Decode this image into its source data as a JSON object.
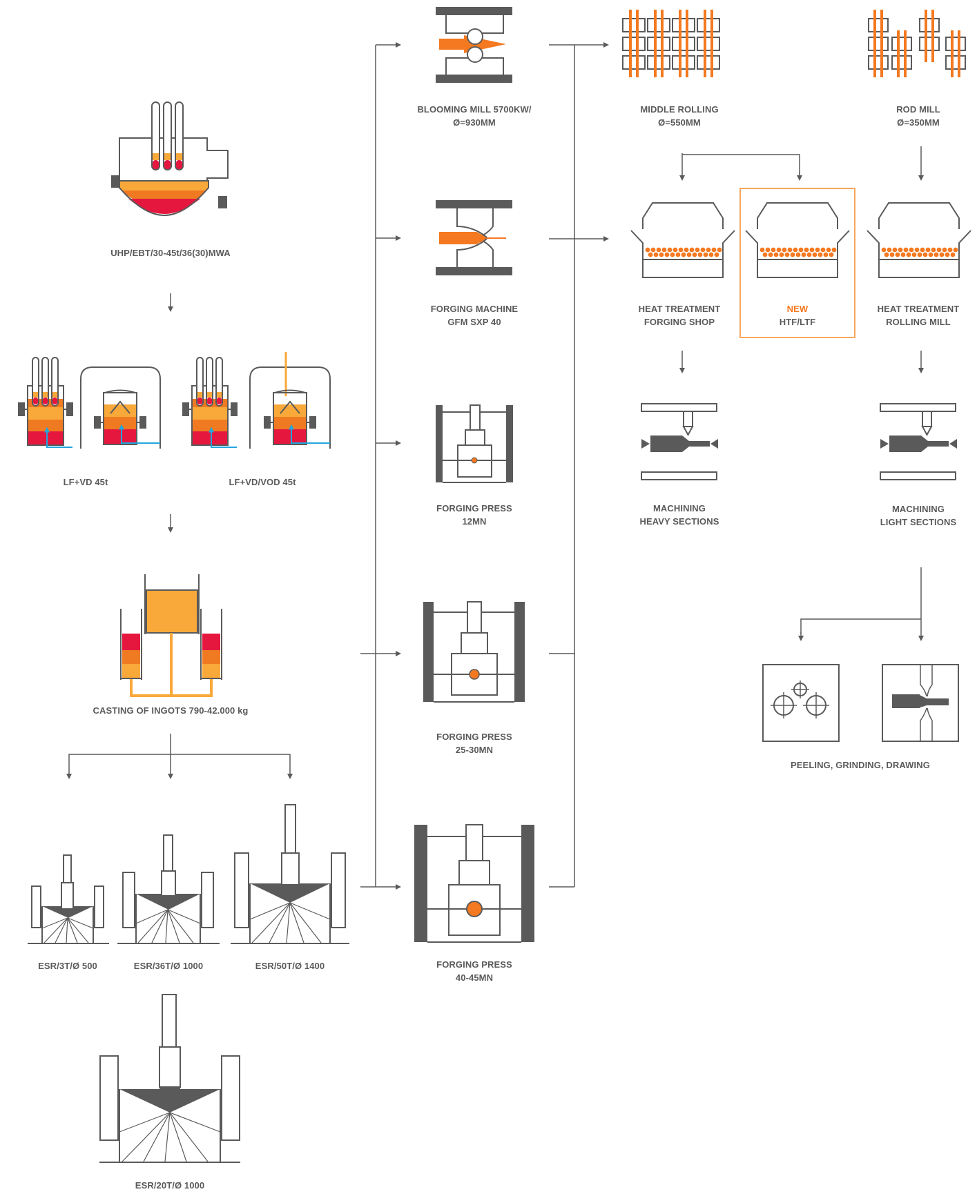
{
  "colors": {
    "line": "#5a5a5a",
    "orange": "#f47920",
    "amber": "#f9a83a",
    "deep_orange": "#ef7a22",
    "red": "#e5173f",
    "blue": "#21a6dd",
    "highlight_border": "#f6a65c"
  },
  "labels": {
    "eaf": "UHP/EBT/30-45t/36(30)MWA",
    "lf_vd": "LF+VD 45t",
    "lf_vd_vod": "LF+VD/VOD 45t",
    "casting": "CASTING OF INGOTS 790-42.000 kg",
    "esr_3t": "ESR/3T/Ø 500",
    "esr_36t": "ESR/36T/Ø 1000",
    "esr_50t": "ESR/50T/Ø 1400",
    "esr_20t": "ESR/20T/Ø 1000",
    "blooming_l1": "BLOOMING MILL 5700KW/",
    "blooming_l2": "Ø=930MM",
    "gfm_l1": "FORGING MACHINE",
    "gfm_l2": "GFM SXP 40",
    "press12_l1": "FORGING PRESS",
    "press12_l2": "12MN",
    "press25_l1": "FORGING PRESS",
    "press25_l2": "25-30MN",
    "press40_l1": "FORGING PRESS",
    "press40_l2": "40-45MN",
    "middle_l1": "MIDDLE ROLLING",
    "middle_l2": "Ø=550MM",
    "rod_l1": "ROD MILL",
    "rod_l2": "Ø=350MM",
    "ht_forging_l1": "HEAT TREATMENT",
    "ht_forging_l2": "FORGING SHOP",
    "new_l1": "NEW",
    "new_l2": "HTF/LTF",
    "ht_rolling_l1": "HEAT TREATMENT",
    "ht_rolling_l2": "ROLLING MILL",
    "mach_heavy_l1": "MACHINING",
    "mach_heavy_l2": "HEAVY SECTIONS",
    "mach_light_l1": "MACHINING",
    "mach_light_l2": "LIGHT SECTIONS",
    "peeling": "PEELING, GRINDING, DRAWING"
  }
}
